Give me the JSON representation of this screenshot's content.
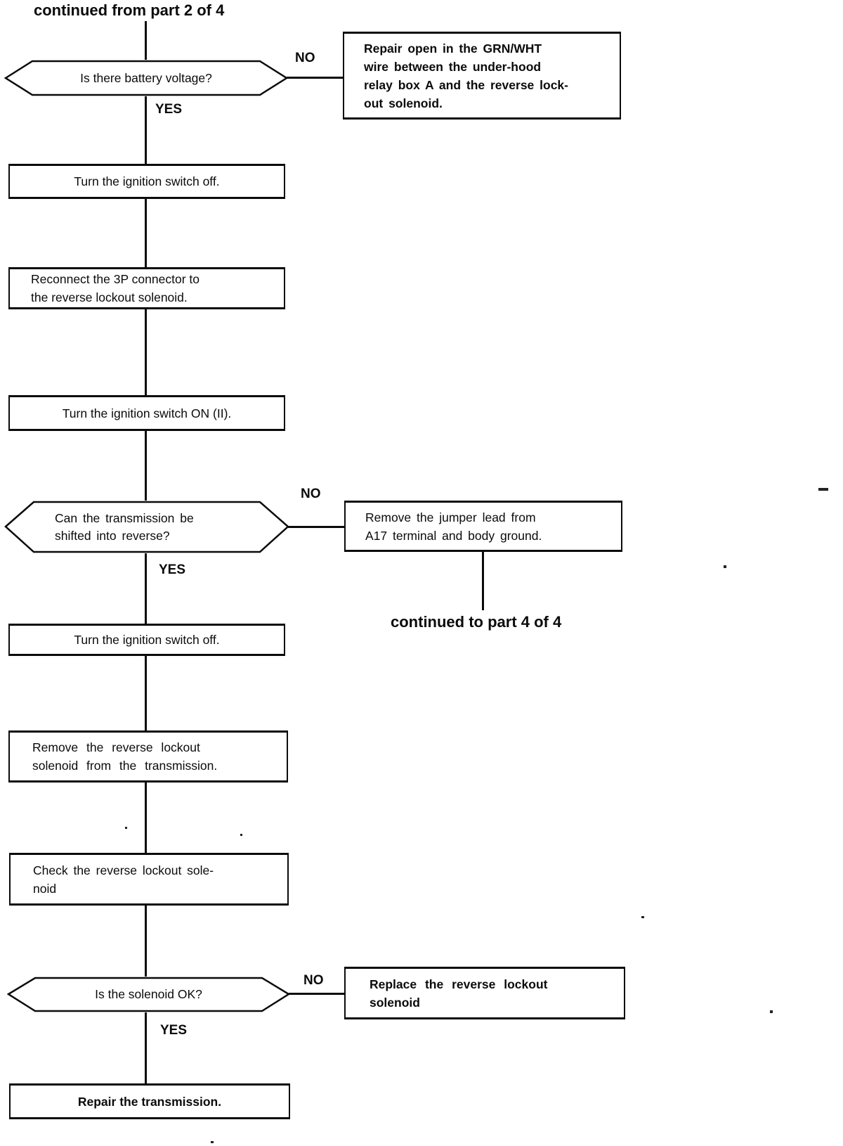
{
  "labels": {
    "from_part": "continued from part 2 of 4",
    "to_part": "continued to part 4 of 4",
    "yes": "YES",
    "no": "NO"
  },
  "nodes": {
    "q_battery": {
      "type": "decision",
      "text": "Is there battery voltage?"
    },
    "r_repair_wire": {
      "type": "result",
      "text": "Repair open in the GRN/WHT\nwire between the under-hood\nrelay box A and the reverse lock-\nout solenoid."
    },
    "a_ign_off_1": {
      "type": "action",
      "text": "Turn the ignition switch off."
    },
    "a_reconnect": {
      "type": "action",
      "text": "Reconnect the 3P connector to\nthe reverse lockout solenoid."
    },
    "a_ign_on": {
      "type": "action",
      "text": "Turn the ignition switch ON (II)."
    },
    "q_reverse": {
      "type": "decision",
      "text": "Can the transmission be\nshifted into reverse?"
    },
    "r_remove_jumper": {
      "type": "result",
      "text": "Remove the jumper lead from\nA17 terminal and body ground."
    },
    "a_ign_off_2": {
      "type": "action",
      "text": "Turn the ignition switch off."
    },
    "a_remove_solenoid": {
      "type": "action",
      "text": "Remove the reverse lockout\nsolenoid from the transmission."
    },
    "a_check_solenoid": {
      "type": "action",
      "text": "Check the reverse lockout sole-\nnoid"
    },
    "q_solenoid_ok": {
      "type": "decision",
      "text": "Is the solenoid OK?"
    },
    "r_replace_solenoid": {
      "type": "result",
      "text": "Replace the reverse lockout\nsolenoid"
    },
    "a_repair_trans": {
      "type": "action",
      "text": "Repair the transmission."
    }
  },
  "colors": {
    "ink": "#0b0b0b",
    "paper": "#ffffff"
  }
}
